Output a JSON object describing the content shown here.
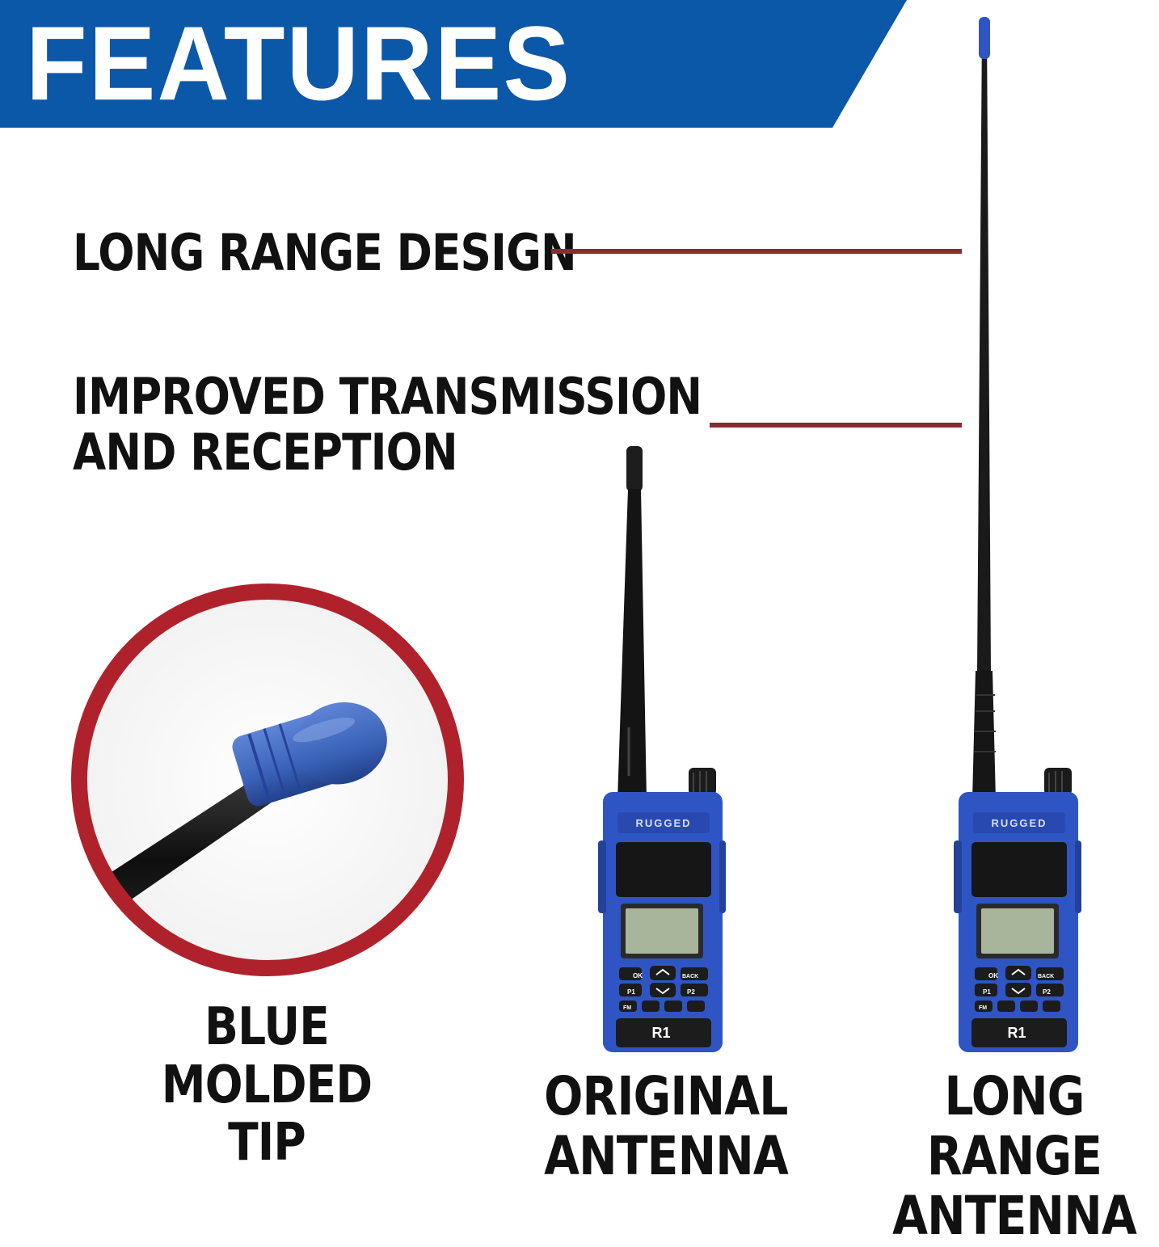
{
  "banner": {
    "title": "FEATURES",
    "color": "#0b57a8"
  },
  "features": [
    {
      "line1": "LONG RANGE DESIGN",
      "line2": ""
    },
    {
      "line1": "IMPROVED TRANSMISSION",
      "line2": "AND RECEPTION"
    }
  ],
  "leader_color": "#8b2a2f",
  "tip_callout": {
    "line1": "BLUE",
    "line2": "MOLDED TIP",
    "ring_color": "#b0222b",
    "tip_color": "#3a63b8"
  },
  "radios": [
    {
      "brand": "RUGGED",
      "model": "R1",
      "caption_line1": "ORIGINAL",
      "caption_line2": "ANTENNA",
      "keys": [
        "OK",
        "BACK",
        "P1",
        "P2",
        "FM"
      ]
    },
    {
      "brand": "RUGGED",
      "model": "R1",
      "caption_line1": "LONG RANGE",
      "caption_line2": "ANTENNA",
      "keys": [
        "OK",
        "BACK",
        "P1",
        "P2",
        "FM"
      ]
    }
  ],
  "radio_color": "#2f55c4"
}
